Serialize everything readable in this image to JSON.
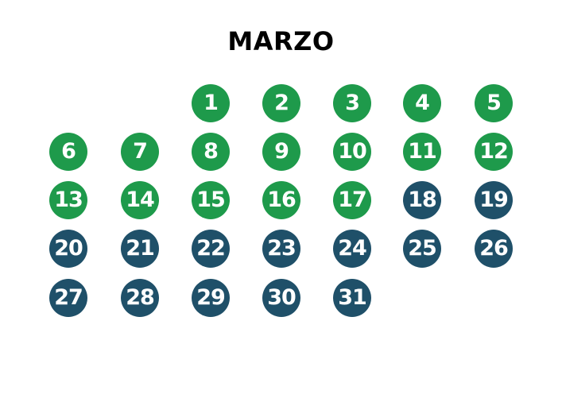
{
  "month": "MARZO",
  "colors": {
    "green": "#1e9a4b",
    "blue": "#1f5069"
  },
  "start_weekday_index": 2,
  "days": [
    {
      "label": "1",
      "color": "green"
    },
    {
      "label": "2",
      "color": "green"
    },
    {
      "label": "3",
      "color": "green"
    },
    {
      "label": "4",
      "color": "green"
    },
    {
      "label": "5",
      "color": "green"
    },
    {
      "label": "6",
      "color": "green"
    },
    {
      "label": "7",
      "color": "green"
    },
    {
      "label": "8",
      "color": "green"
    },
    {
      "label": "9",
      "color": "green"
    },
    {
      "label": "10",
      "color": "green"
    },
    {
      "label": "11",
      "color": "green"
    },
    {
      "label": "12",
      "color": "green"
    },
    {
      "label": "13",
      "color": "green"
    },
    {
      "label": "14",
      "color": "green"
    },
    {
      "label": "15",
      "color": "green"
    },
    {
      "label": "16",
      "color": "green"
    },
    {
      "label": "17",
      "color": "green"
    },
    {
      "label": "18",
      "color": "blue"
    },
    {
      "label": "19",
      "color": "blue"
    },
    {
      "label": "20",
      "color": "blue"
    },
    {
      "label": "21",
      "color": "blue"
    },
    {
      "label": "22",
      "color": "blue"
    },
    {
      "label": "23",
      "color": "blue"
    },
    {
      "label": "24",
      "color": "blue"
    },
    {
      "label": "25",
      "color": "blue"
    },
    {
      "label": "26",
      "color": "blue"
    },
    {
      "label": "27",
      "color": "blue"
    },
    {
      "label": "28",
      "color": "blue"
    },
    {
      "label": "29",
      "color": "blue"
    },
    {
      "label": "30",
      "color": "blue"
    },
    {
      "label": "31",
      "color": "blue"
    }
  ]
}
